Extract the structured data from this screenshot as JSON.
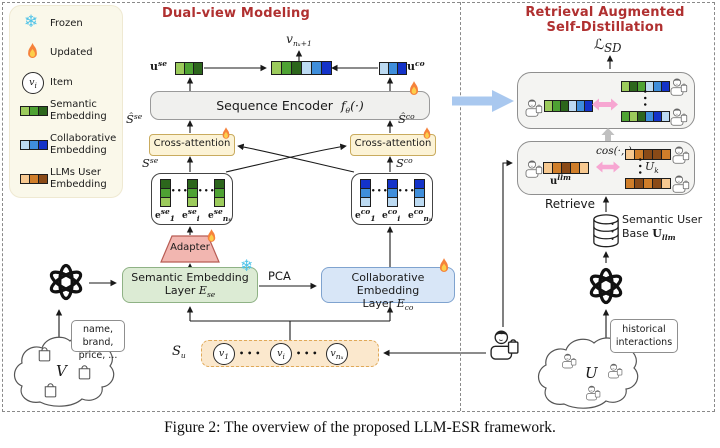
{
  "figure": {
    "caption": "Figure 2: The overview of the proposed LLM-ESR framework."
  },
  "panels": {
    "left_title": "Dual-view Modeling",
    "right_title_line1": "Retrieval Augmented",
    "right_title_line2": "Self-Distillation"
  },
  "legend": {
    "frozen": "Frozen",
    "updated": "Updated",
    "item": "Item",
    "item_symbol": {
      "base": "v",
      "sub": "i"
    },
    "semantic_line1": "Semantic",
    "semantic_line2": "Embedding",
    "collaborative_line1": "Collaborative",
    "collaborative_line2": "Embedding",
    "llm_line1": "LLMs User",
    "llm_line2": "Embedding"
  },
  "dual_view": {
    "next_item": {
      "base": "v",
      "sub": "nᵤ+1"
    },
    "u_se": {
      "base": "u",
      "sup": "se"
    },
    "u_co": {
      "base": "u",
      "sup": "co"
    },
    "encoder_label": "Sequence Encoder",
    "encoder_fn": {
      "base": "f",
      "sub": "θ",
      "tail": "(·)"
    },
    "s_hat_se": {
      "base": "Ŝ",
      "sup": "se"
    },
    "s_hat_co": {
      "base": "Ŝ",
      "sup": "co"
    },
    "s_se": {
      "base": "S",
      "sup": "se"
    },
    "s_co": {
      "base": "S",
      "sup": "co"
    },
    "cross_attention_left": "Cross-attention",
    "cross_attention_right": "Cross-attention",
    "e_se": {
      "e1": {
        "base": "e",
        "sub": "1",
        "sup": "se"
      },
      "ei": {
        "base": "e",
        "sub": "i",
        "sup": "se"
      },
      "en": {
        "base": "e",
        "sub": "nᵤ",
        "sup": "se"
      }
    },
    "e_co": {
      "e1": {
        "base": "e",
        "sub": "1",
        "sup": "co"
      },
      "ei": {
        "base": "e",
        "sub": "i",
        "sup": "co"
      },
      "en": {
        "base": "e",
        "sub": "nᵤ",
        "sup": "co"
      }
    },
    "adapter": "Adapter",
    "semantic_layer": {
      "line1": "Semantic Embedding",
      "line2": "Layer",
      "sym": "E",
      "sym_sub": "se"
    },
    "pca": "PCA",
    "collaborative_layer": {
      "line1": "Collaborative Embedding",
      "line2": "Layer",
      "sym": "E",
      "sym_sub": "co"
    },
    "sequence": {
      "label": {
        "base": "S",
        "sub": "u"
      },
      "v1": {
        "base": "v",
        "sub": "1"
      },
      "vi": {
        "base": "v",
        "sub": "i"
      },
      "vn": {
        "base": "v",
        "sub": "nᵤ"
      },
      "dots": "•••"
    },
    "dots": "•••"
  },
  "inputs": {
    "item_attrs_line1": "name, brand,",
    "item_attrs_line2": "price, ...",
    "item_cloud": "V",
    "user_cloud": "U",
    "hist_line1": "historical",
    "hist_line2": "interactions"
  },
  "distill": {
    "loss": {
      "base": "ℒ",
      "sub": "SD"
    },
    "cos": "cos(·,·)",
    "u_llm": {
      "base": "u",
      "sup": "llm"
    },
    "u_k": {
      "base": "U",
      "sub": "k"
    },
    "retrieve": "Retrieve",
    "base_line1": "Semantic User",
    "base_line2": "Base",
    "base_sym": "U",
    "base_sym_sub": "llm",
    "dots": "•••"
  },
  "colors": {
    "accent_title": "#B03030",
    "frozen_icon": "#4FC3E8",
    "pink_arrow": "#F7A6D2",
    "blue_arrow": "#A9C8EF",
    "semantic": [
      "#9CCB5C",
      "#4EA233",
      "#2C661C"
    ],
    "collaborative": [
      "#BCDAF2",
      "#3F8EDB",
      "#1433C9"
    ],
    "llm": [
      "#F6C890",
      "#D07E2A",
      "#8A4A17"
    ]
  },
  "blocks": {
    "legend_semantic": [
      "#9CCB5C",
      "#4EA233",
      "#2C661C"
    ],
    "legend_collaborative": [
      "#BCDAF2",
      "#3F8EDB",
      "#1433C9"
    ],
    "legend_llm": [
      "#F6C890",
      "#D07E2A",
      "#8A4A17"
    ],
    "u_se": [
      "#9CCB5C",
      "#4EA233",
      "#2C661C"
    ],
    "u_co": [
      "#BCDAF2",
      "#3F8EDB",
      "#1433C9"
    ],
    "pred_mixed": [
      "#9CCB5C",
      "#4EA233",
      "#2C661C",
      "#BCDAF2",
      "#3F8EDB",
      "#1433C9"
    ],
    "col_semantic": [
      "#2C661C",
      "#4EA233",
      "#9CCB5C"
    ],
    "col_collaborative": [
      "#1433C9",
      "#3F8EDB",
      "#BCDAF2"
    ],
    "sd_user": [
      "#9CCB5C",
      "#4EA233",
      "#2C661C",
      "#BCDAF2",
      "#3F8EDB",
      "#1433C9"
    ],
    "sd_peer_top": [
      "#9CCB5C",
      "#2C661C",
      "#4EA233",
      "#BCDAF2",
      "#3F8EDB",
      "#1433C9"
    ],
    "sd_peer_bottom": [
      "#4EA233",
      "#9CCB5C",
      "#2C661C",
      "#3F8EDB",
      "#1433C9",
      "#BCDAF2"
    ],
    "llm_user": [
      "#F6C890",
      "#D07E2A",
      "#8A4A17",
      "#D07E2A",
      "#F6C890"
    ],
    "llm_peer_top": [
      "#F6C890",
      "#D07E2A",
      "#8A4A17",
      "#8A4A17",
      "#D07E2A"
    ],
    "llm_peer_bottom": [
      "#D07E2A",
      "#8A4A17",
      "#D07E2A",
      "#8A4A17",
      "#F6C890"
    ]
  }
}
